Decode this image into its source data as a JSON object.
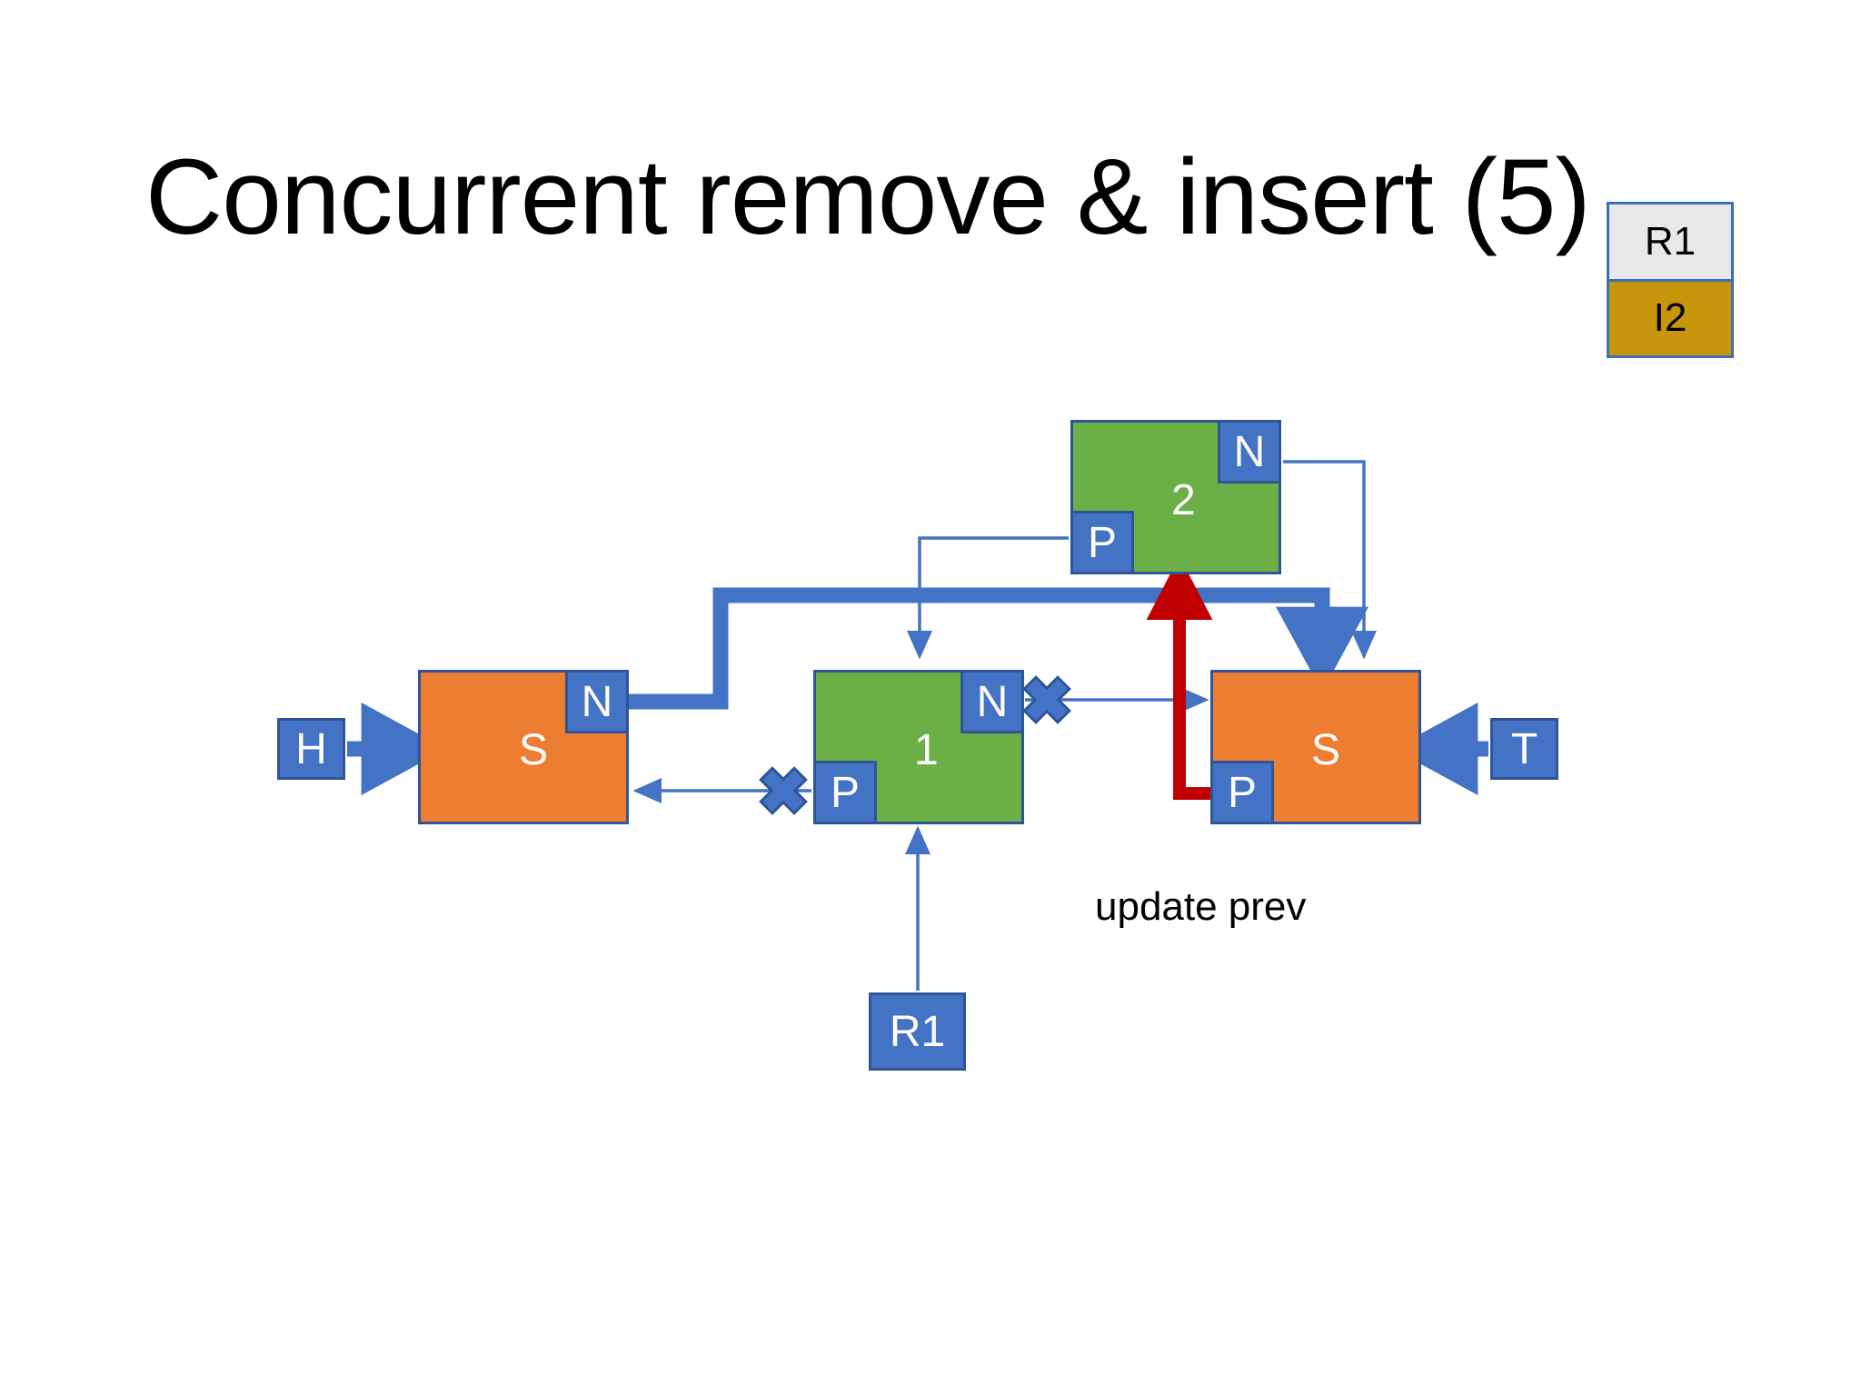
{
  "slide": {
    "title": "Concurrent remove & insert (5)",
    "caption": "update prev"
  },
  "legend": {
    "rows": [
      {
        "label": "R1",
        "color": "#E8E8EA"
      },
      {
        "label": "I2",
        "color": "#C8960C"
      }
    ],
    "border_color": "#3D6FB4"
  },
  "colors": {
    "green_node": "#6BAF46",
    "orange_node": "#ED7D31",
    "blue_box": "#4472C4",
    "blue_border": "#2F5597",
    "red_arrow": "#C00000",
    "thin_wire": "#4472C4"
  },
  "nodes": [
    {
      "id": "s-left",
      "label": "S",
      "kind": "sentinel",
      "fill": "#ED7D31",
      "fields": [
        {
          "name": "N",
          "label": "N"
        }
      ]
    },
    {
      "id": "node-1",
      "label": "1",
      "kind": "data",
      "fill": "#6BAF46",
      "fields": [
        {
          "name": "N",
          "label": "N"
        },
        {
          "name": "P",
          "label": "P"
        }
      ]
    },
    {
      "id": "node-2",
      "label": "2",
      "kind": "data",
      "fill": "#6BAF46",
      "fields": [
        {
          "name": "N",
          "label": "N"
        },
        {
          "name": "P",
          "label": "P"
        }
      ]
    },
    {
      "id": "s-right",
      "label": "S",
      "kind": "sentinel",
      "fill": "#ED7D31",
      "fields": [
        {
          "name": "P",
          "label": "P"
        }
      ]
    }
  ],
  "endpoints": [
    {
      "id": "head",
      "label": "H"
    },
    {
      "id": "tail",
      "label": "T"
    },
    {
      "id": "remover",
      "label": "R1"
    }
  ],
  "markers": {
    "cut_count": 2,
    "cut_label": "broken-link"
  }
}
